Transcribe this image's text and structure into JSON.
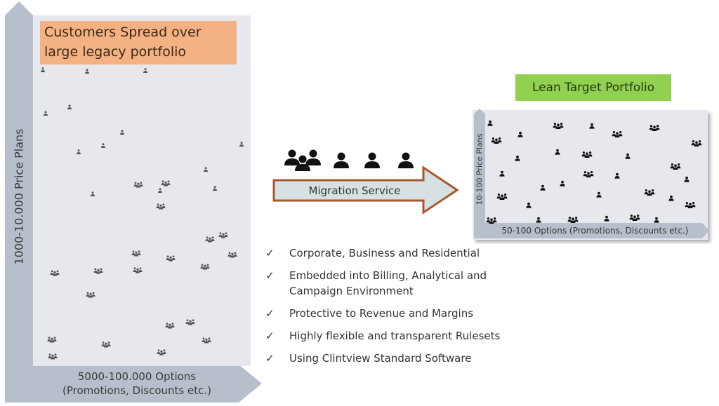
{
  "left_panel": {
    "title": "Customers Spread over large legacy portfolio",
    "y_axis_label": "1000-10.000 Price Plans",
    "x_axis_label_line1": "5000-100.000 Options",
    "x_axis_label_line2": "(Promotions, Discounts etc.)"
  },
  "migration": {
    "label": "Migration Service"
  },
  "right_panel": {
    "title": "Lean Target Portfolio",
    "y_axis_label": "10-100 Price Plans",
    "x_axis_label": "50-100 Options (Promotions, Discounts etc.)"
  },
  "features": [
    {
      "check": "✓",
      "text": "Corporate, Business and Residential"
    },
    {
      "check": "✓",
      "text": "Embedded into Billing, Analytical and Campaign Environment"
    },
    {
      "check": "✓",
      "text": "Protective to Revenue and Margins"
    },
    {
      "check": "✓",
      "text": "Highly flexible and transparent Rulesets"
    },
    {
      "check": "✓",
      "text": "Using Clintview Standard Software"
    }
  ],
  "colors": {
    "panel_fill": "#e6e8ee",
    "axis_arrow": "#b8bfcc",
    "left_title_bg": "#f4b183",
    "right_title_bg": "#92d050",
    "arrow_fill": "#d7e1e3",
    "arrow_stroke": "#a5582a",
    "person_icon": "#222222"
  },
  "icons": [
    "person-icon",
    "group-icon",
    "check-icon",
    "right-arrow-icon"
  ]
}
